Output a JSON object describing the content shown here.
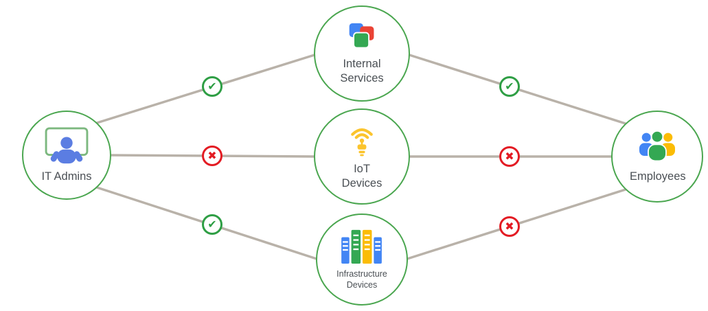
{
  "diagram": {
    "type": "network-access-diagram",
    "nodes": [
      {
        "id": "it-admins",
        "label": "IT Admins",
        "icon": "admin-at-computer-icon"
      },
      {
        "id": "internal-services",
        "label": "Internal Services",
        "icon": "stacked-squares-icon"
      },
      {
        "id": "iot-devices",
        "label": "IoT Devices",
        "icon": "smart-bulb-wifi-icon"
      },
      {
        "id": "infrastructure-devices",
        "label": "Infrastructure Devices",
        "icon": "server-racks-icon"
      },
      {
        "id": "employees",
        "label": "Employees",
        "icon": "people-group-icon"
      }
    ],
    "edges": [
      {
        "from": "IT Admins",
        "to": "Internal Services",
        "status": "allowed",
        "glyph": "✔"
      },
      {
        "from": "IT Admins",
        "to": "IoT Devices",
        "status": "blocked",
        "glyph": "✖"
      },
      {
        "from": "IT Admins",
        "to": "Infrastructure Devices",
        "status": "allowed",
        "glyph": "✔"
      },
      {
        "from": "Internal Services",
        "to": "Employees",
        "status": "allowed",
        "glyph": "✔"
      },
      {
        "from": "IoT Devices",
        "to": "Employees",
        "status": "blocked",
        "glyph": "✖"
      },
      {
        "from": "Infrastructure Devices",
        "to": "Employees",
        "status": "blocked",
        "glyph": "✖"
      }
    ],
    "colors": {
      "node_border": "#4aa64f",
      "connector": "#b9b2a9",
      "allowed": "#2e9e44",
      "blocked": "#e31b23",
      "label_text": "#4a4f54",
      "blue": "#4285f4",
      "person_blue": "#5b7de2",
      "red": "#ea4335",
      "green": "#34a853",
      "yellow": "#fbbc05"
    }
  }
}
